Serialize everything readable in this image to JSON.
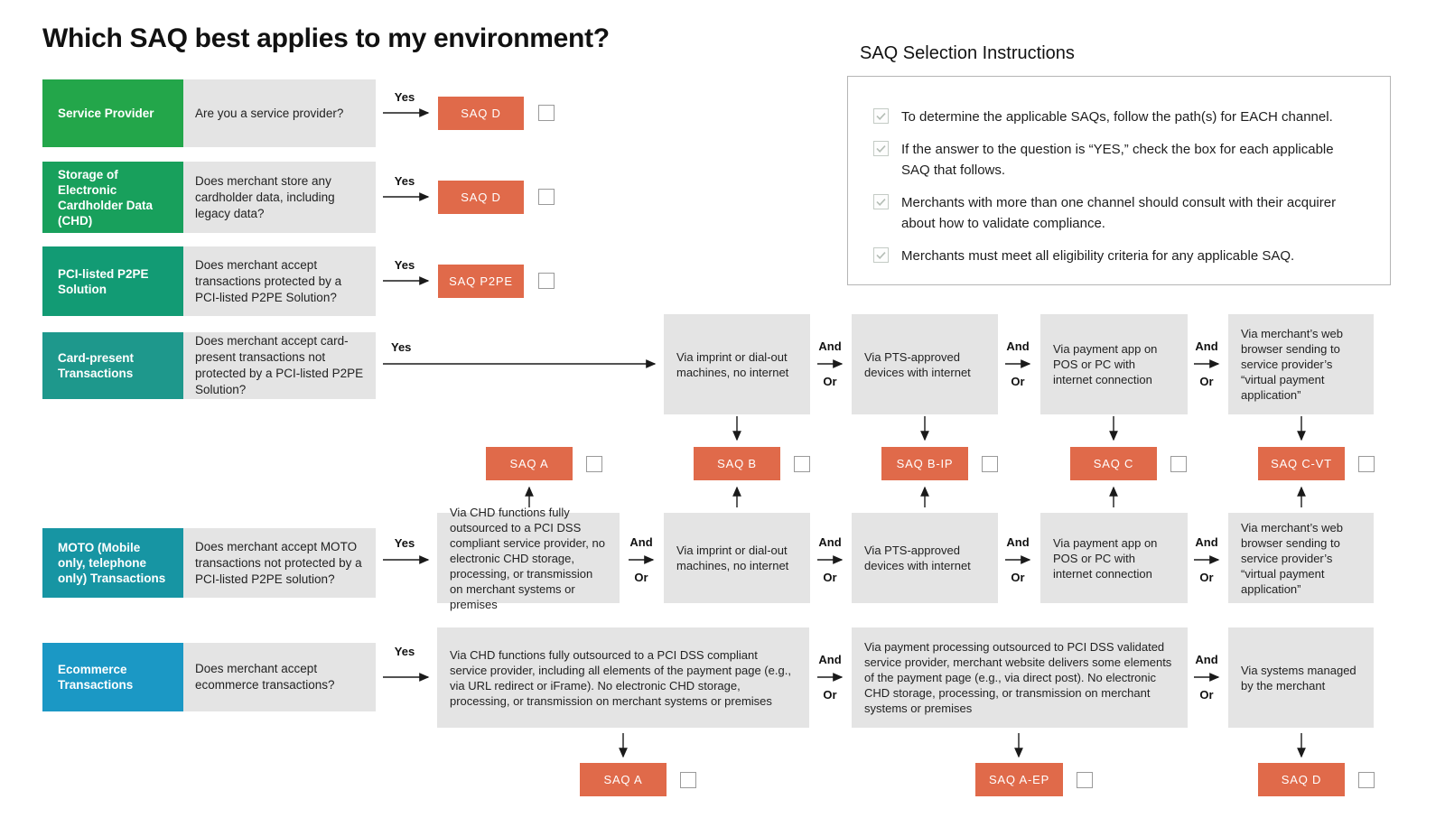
{
  "page": {
    "title": "Which SAQ best applies to my environment?"
  },
  "labels": {
    "yes": "Yes",
    "and": "And",
    "or": "Or"
  },
  "colors": {
    "saq_box_orange": "#e06a4a",
    "flow_box_gray": "#e4e4e4",
    "channel_colors": [
      "#23a64a",
      "#18a05c",
      "#129b74",
      "#1e988c",
      "#1795a3",
      "#1b98c5"
    ]
  },
  "instructions": {
    "heading": "SAQ Selection Instructions",
    "items": [
      {
        "text": "To determine the applicable SAQs, follow the path(s) for EACH channel."
      },
      {
        "text": "If the answer to the question is “YES,” check the box for each applicable SAQ that follows."
      },
      {
        "text": "Merchants with more than one channel should consult with their acquirer about how to validate compliance."
      },
      {
        "text": "Merchants must meet all eligibility criteria for any applicable SAQ."
      }
    ]
  },
  "channels": [
    {
      "label": "Service Provider",
      "color": "#23a64a",
      "question": "Are you a service provider?",
      "saq": "SAQ D"
    },
    {
      "label": "Storage of Electronic Cardholder Data (CHD)",
      "color": "#18a05c",
      "question": "Does merchant store any cardholder data, including legacy data?",
      "saq": "SAQ D"
    },
    {
      "label": "PCI-listed P2PE Solution",
      "color": "#129b74",
      "question": "Does merchant accept transactions protected by a PCI-listed P2PE Solution?",
      "saq": "SAQ P2PE"
    },
    {
      "label": "Card-present Transactions",
      "color": "#1e988c",
      "question": "Does merchant accept card-present transactions not protected by a PCI-listed P2PE Solution?"
    },
    {
      "label": "MOTO (Mobile only, telephone only) Transactions",
      "color": "#1795a3",
      "question": "Does merchant accept MOTO transactions not protected by a PCI-listed P2PE solution?"
    },
    {
      "label": "Ecommerce Transactions",
      "color": "#1b98c5",
      "question": "Does merchant accept ecommerce transactions?"
    }
  ],
  "card_present_flow": {
    "boxes": [
      "Via imprint or dial-out machines, no internet",
      "Via PTS-approved devices with internet",
      "Via payment app on POS or PC with internet connection",
      "Via merchant’s web browser sending to service provider’s “virtual payment application”"
    ]
  },
  "moto_flow": {
    "boxes": [
      "Via CHD functions fully outsourced to a PCI DSS compliant service provider, no electronic CHD storage, processing, or transmission on merchant systems or premises",
      "Via imprint or dial-out machines, no internet",
      "Via PTS-approved devices with internet",
      "Via payment app on POS or PC with internet connection",
      "Via merchant’s web browser sending to service provider’s “virtual payment application”"
    ]
  },
  "ecommerce_flow": {
    "boxes": [
      "Via CHD functions fully outsourced to a PCI DSS compliant service provider, including all elements of the payment page (e.g., via URL redirect or iFrame). No electronic CHD storage, processing, or transmission on merchant systems or premises",
      "Via payment processing outsourced to PCI DSS validated service provider, merchant website delivers some elements of the payment page (e.g., via direct post). No electronic CHD storage, processing, or transmission on merchant systems or premises",
      "Via systems managed by the merchant"
    ]
  },
  "mid_saqs": [
    {
      "label": "SAQ A"
    },
    {
      "label": "SAQ B"
    },
    {
      "label": "SAQ B-IP"
    },
    {
      "label": "SAQ C"
    },
    {
      "label": "SAQ C-VT"
    }
  ],
  "bottom_saqs": [
    {
      "label": "SAQ A"
    },
    {
      "label": "SAQ A-EP"
    },
    {
      "label": "SAQ D"
    }
  ]
}
